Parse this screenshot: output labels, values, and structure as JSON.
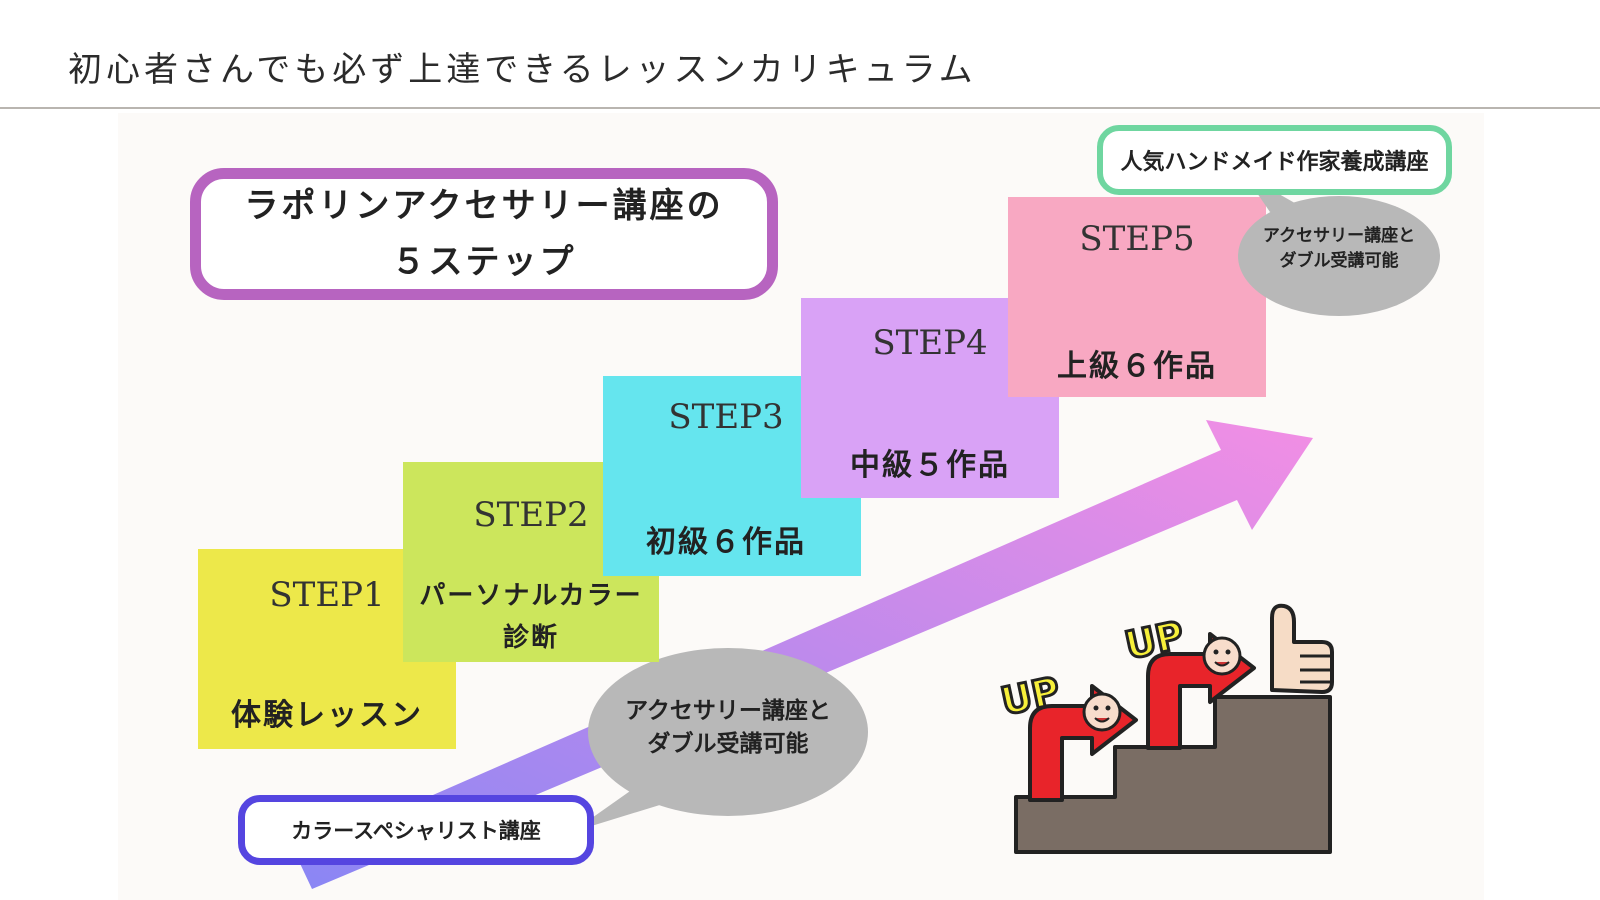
{
  "title": "初心者さんでも必ず上達できるレッスンカリキュラム",
  "main_callout": {
    "line1": "ラポリンアクセサリー講座の",
    "line2": "５ステップ"
  },
  "steps": [
    {
      "label": "STEP1",
      "desc": "体験レッスン",
      "color": "#ede84a"
    },
    {
      "label": "STEP2",
      "desc_line1": "パーソナルカラー",
      "desc_line2": "診断",
      "color": "#cce65c"
    },
    {
      "label": "STEP3",
      "desc": "初級６作品",
      "color": "#65e5ee"
    },
    {
      "label": "STEP4",
      "desc": "中級５作品",
      "color": "#d9a2f6"
    },
    {
      "label": "STEP5",
      "desc": "上級６作品",
      "color": "#f8a8c2"
    }
  ],
  "bubbles": {
    "lower": {
      "line1": "アクセサリー講座と",
      "line2": "ダブル受講可能"
    },
    "upper": {
      "line1": "アクセサリー講座と",
      "line2": "ダブル受講可能"
    }
  },
  "bottom_course": "カラースペシャリスト講座",
  "top_course": "人気ハンドメイド作家養成講座",
  "illustration": {
    "up_text_1": "UP",
    "up_text_2": "UP"
  },
  "colors": {
    "main_callout_border": "#b764c0",
    "bottom_course_border": "#5545e0",
    "top_course_border": "#6fd6a0",
    "bubble_fill": "#b8b8b8",
    "arrow_start": "#8a86f4",
    "arrow_end": "#f28ee4"
  }
}
